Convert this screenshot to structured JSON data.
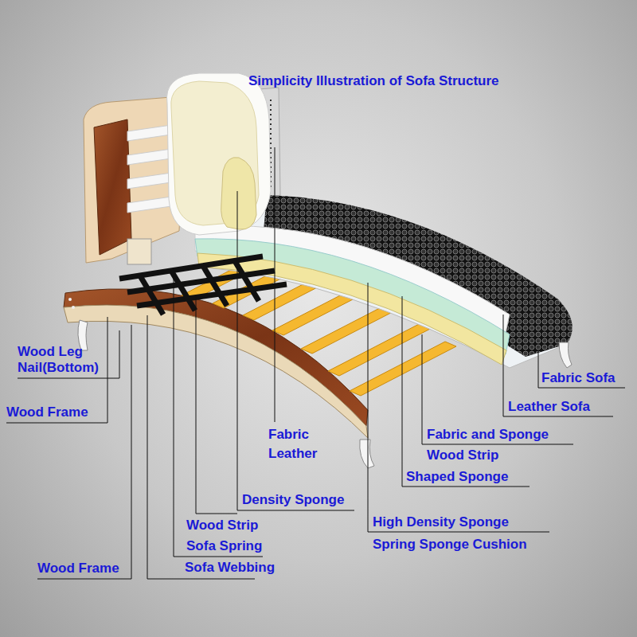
{
  "diagram": {
    "title": "Simplicity Illustration of Sofa Structure",
    "labels": [
      "Wood Leg",
      "Nail(Bottom)",
      "Fabric Sofa",
      "Leather Sofa",
      "Wood Frame",
      "Fabric",
      "Fabric and Sponge",
      "Leather",
      "Wood Strip",
      "Shaped Sponge",
      "Density Sponge",
      "High Density Sponge",
      "Wood Strip",
      "Spring Sponge Cushion",
      "Sofa Spring",
      "Wood Frame",
      "Sofa Webbing"
    ]
  }
}
